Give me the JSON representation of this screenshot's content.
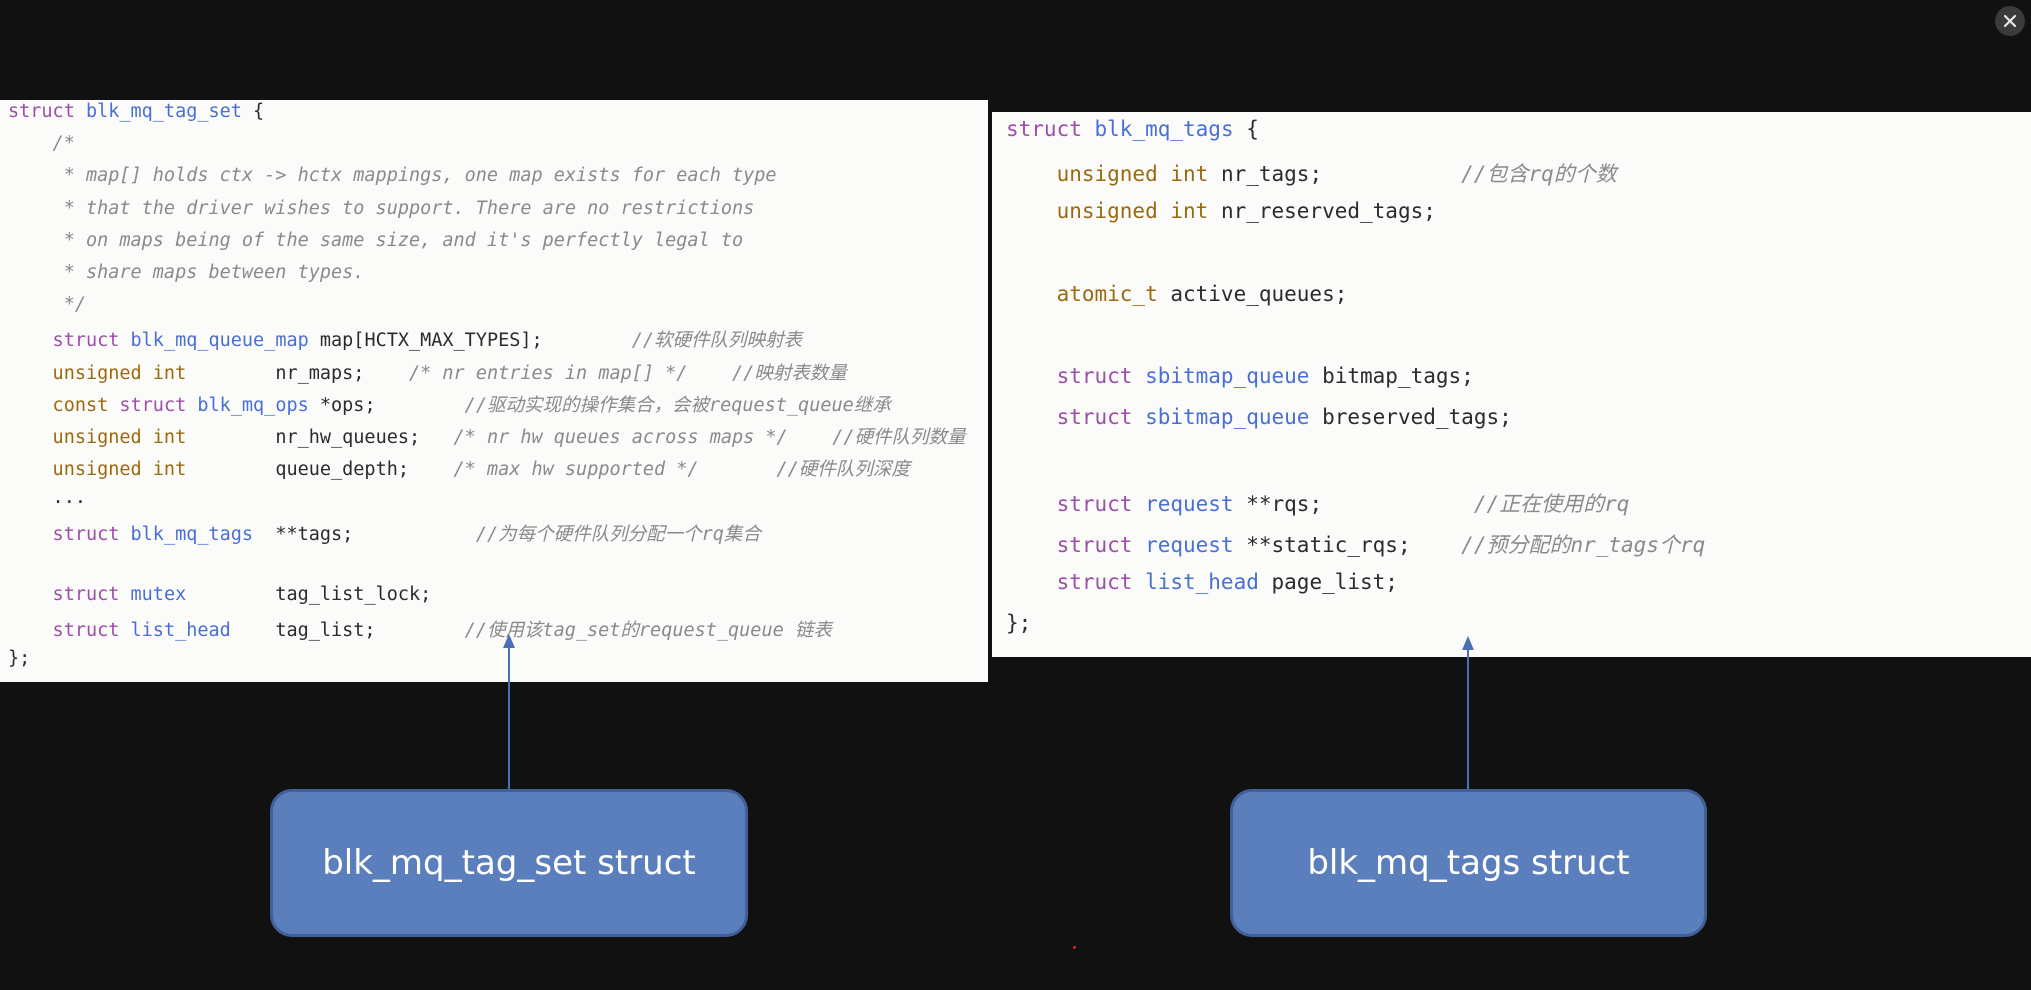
{
  "viewer": {
    "close_icon": "close-icon",
    "prev_icon": "chevron-left-icon",
    "next_icon": "chevron-right-icon"
  },
  "left_panel": {
    "lines": [
      [
        {
          "t": "kw",
          "s": "struct "
        },
        {
          "t": "id",
          "s": "blk_mq_tag_set"
        },
        {
          "t": "tx",
          "s": " {"
        }
      ],
      [
        {
          "t": "cm",
          "s": "    /*"
        }
      ],
      [
        {
          "t": "cm",
          "s": "     * map[] holds ctx -> hctx mappings, one map exists for each type"
        }
      ],
      [
        {
          "t": "cm",
          "s": "     * that the driver wishes to support. There are no restrictions"
        }
      ],
      [
        {
          "t": "cm",
          "s": "     * on maps being of the same size, and it's perfectly legal to"
        }
      ],
      [
        {
          "t": "cm",
          "s": "     * share maps between types."
        }
      ],
      [
        {
          "t": "cm",
          "s": "     */"
        }
      ],
      [
        {
          "t": "kw",
          "s": "    struct "
        },
        {
          "t": "id",
          "s": "blk_mq_queue_map"
        },
        {
          "t": "tx",
          "s": " map[HCTX_MAX_TYPES];"
        },
        {
          "t": "cm",
          "s": "        //软硬件队列映射表"
        }
      ],
      [
        {
          "t": "ty",
          "s": "    unsigned int"
        },
        {
          "t": "tx",
          "s": "        nr_maps;"
        },
        {
          "t": "cm",
          "s": "    /* nr entries in map[] */    //映射表数量"
        }
      ],
      [
        {
          "t": "ty",
          "s": "    const "
        },
        {
          "t": "kw",
          "s": "struct "
        },
        {
          "t": "id",
          "s": "blk_mq_ops"
        },
        {
          "t": "tx",
          "s": " *ops;"
        },
        {
          "t": "cm",
          "s": "        //驱动实现的操作集合，会被request_queue继承"
        }
      ],
      [
        {
          "t": "ty",
          "s": "    unsigned int"
        },
        {
          "t": "tx",
          "s": "        nr_hw_queues;"
        },
        {
          "t": "cm",
          "s": "   /* nr hw queues across maps */    //硬件队列数量"
        }
      ],
      [
        {
          "t": "ty",
          "s": "    unsigned int"
        },
        {
          "t": "tx",
          "s": "        queue_depth;"
        },
        {
          "t": "cm",
          "s": "    /* max hw supported */       //硬件队列深度"
        }
      ],
      [
        {
          "t": "tx",
          "s": "    ..."
        }
      ],
      [
        {
          "t": "kw",
          "s": "    struct "
        },
        {
          "t": "id",
          "s": "blk_mq_tags"
        },
        {
          "t": "tx",
          "s": "  **tags;"
        },
        {
          "t": "cm",
          "s": "           //为每个硬件队列分配一个rq集合"
        }
      ],
      [
        {
          "t": "tx",
          "s": ""
        }
      ],
      [
        {
          "t": "kw",
          "s": "    struct "
        },
        {
          "t": "id",
          "s": "mutex"
        },
        {
          "t": "tx",
          "s": "        tag_list_lock;"
        }
      ],
      [
        {
          "t": "kw",
          "s": "    struct "
        },
        {
          "t": "id",
          "s": "list_head"
        },
        {
          "t": "tx",
          "s": "    tag_list;"
        },
        {
          "t": "cm",
          "s": "        //使用该tag_set的request_queue 链表"
        }
      ],
      [
        {
          "t": "tx",
          "s": "};"
        }
      ]
    ]
  },
  "right_panel": {
    "lines": [
      [
        {
          "t": "kw",
          "s": "struct "
        },
        {
          "t": "id",
          "s": "blk_mq_tags"
        },
        {
          "t": "tx",
          "s": " {"
        }
      ],
      [
        {
          "t": "ty",
          "s": "    unsigned int"
        },
        {
          "t": "tx",
          "s": " nr_tags;"
        },
        {
          "t": "cm",
          "s": "           //包含rq的个数"
        }
      ],
      [
        {
          "t": "ty",
          "s": "    unsigned int"
        },
        {
          "t": "tx",
          "s": " nr_reserved_tags;"
        }
      ],
      [
        {
          "t": "tx",
          "s": ""
        }
      ],
      [
        {
          "t": "ty",
          "s": "    atomic_t"
        },
        {
          "t": "tx",
          "s": " active_queues;"
        }
      ],
      [
        {
          "t": "tx",
          "s": ""
        }
      ],
      [
        {
          "t": "kw",
          "s": "    struct "
        },
        {
          "t": "id",
          "s": "sbitmap_queue"
        },
        {
          "t": "tx",
          "s": " bitmap_tags;"
        }
      ],
      [
        {
          "t": "kw",
          "s": "    struct "
        },
        {
          "t": "id",
          "s": "sbitmap_queue"
        },
        {
          "t": "tx",
          "s": " breserved_tags;"
        }
      ],
      [
        {
          "t": "tx",
          "s": ""
        }
      ],
      [
        {
          "t": "kw",
          "s": "    struct "
        },
        {
          "t": "id",
          "s": "request"
        },
        {
          "t": "tx",
          "s": " **rqs;"
        },
        {
          "t": "cm",
          "s": "            //正在使用的rq"
        }
      ],
      [
        {
          "t": "kw",
          "s": "    struct "
        },
        {
          "t": "id",
          "s": "request"
        },
        {
          "t": "tx",
          "s": " **static_rqs;"
        },
        {
          "t": "cm",
          "s": "    //预分配的nr_tags个rq"
        }
      ],
      [
        {
          "t": "kw",
          "s": "    struct "
        },
        {
          "t": "id",
          "s": "list_head"
        },
        {
          "t": "tx",
          "s": " page_list;"
        }
      ],
      [
        {
          "t": "tx",
          "s": "};"
        }
      ]
    ]
  },
  "labels": {
    "left": "blk_mq_tag_set struct",
    "right": "blk_mq_tags struct"
  },
  "colors": {
    "keyword": "#9d4ea8",
    "type": "#9a6a10",
    "identifier": "#4a6fd4",
    "comment": "#8a8a8a",
    "label_fill": "#5b7fbd",
    "arrow": "#4a6fb5"
  }
}
